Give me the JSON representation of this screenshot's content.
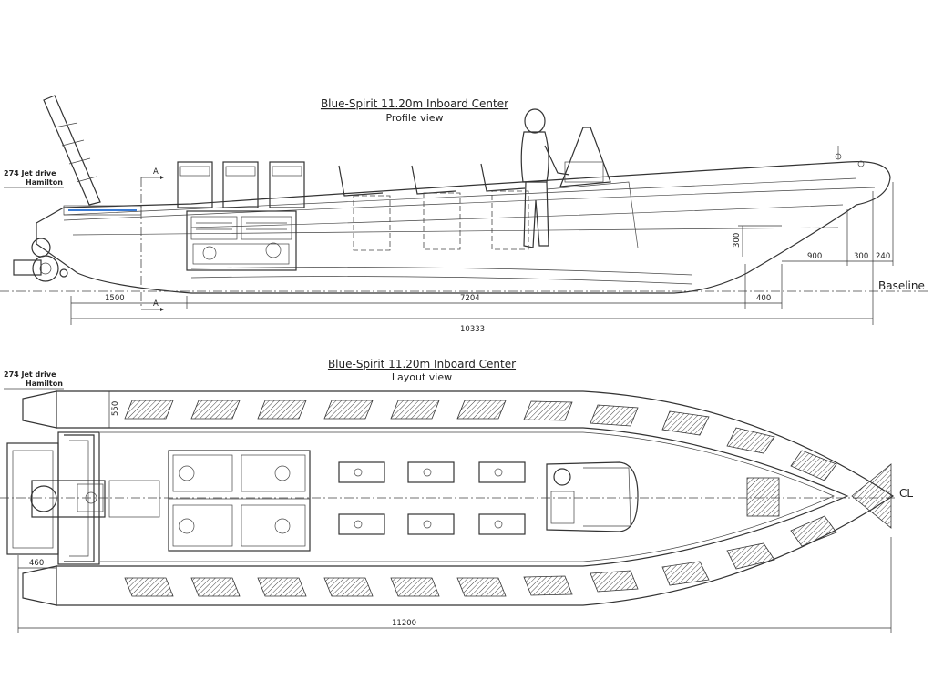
{
  "profile_view": {
    "title": "Blue-Spirit  11.20m  Inboard  Center",
    "subtitle": "Profile view",
    "jet_label_line1": "274 Jet drive",
    "jet_label_line2": "Hamilton",
    "baseline_label": "Baseline",
    "section_marker": "A",
    "dimensions": {
      "d1500": "1500",
      "d7204": "7204",
      "d400": "400",
      "d10333": "10333",
      "d300v": "300",
      "d900": "900",
      "d300h": "300",
      "d240": "240"
    }
  },
  "layout_view": {
    "title": "Blue-Spirit  11.20m  Inboard  Center",
    "subtitle": "Layout view",
    "jet_label_line1": "274 Jet drive",
    "jet_label_line2": "Hamilton",
    "centerline_label": "CL",
    "dimensions": {
      "d550": "550",
      "d460": "460",
      "d11200": "11200"
    }
  }
}
